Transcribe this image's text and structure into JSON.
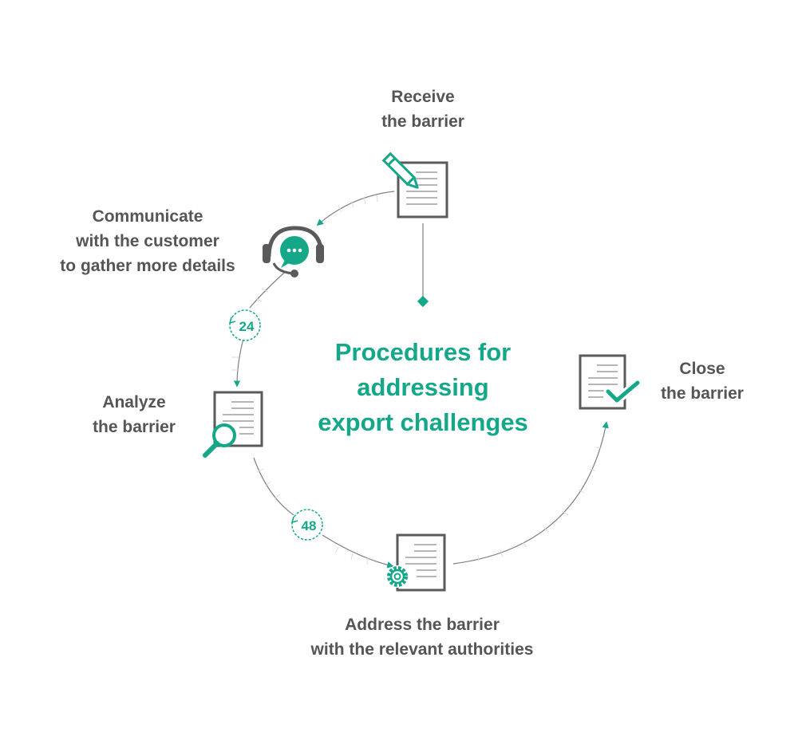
{
  "title": {
    "line1": "Procedures for",
    "line2": "addressing",
    "line3": "export challenges"
  },
  "steps": {
    "receive": {
      "line1": "Receive",
      "line2": "the barrier",
      "icon": "document-pencil-icon"
    },
    "communicate": {
      "line1": "Communicate",
      "line2": "with the customer",
      "line3": "to gather more details",
      "icon": "headset-chat-icon"
    },
    "analyze": {
      "line1": "Analyze",
      "line2": "the barrier",
      "icon": "document-magnifier-icon"
    },
    "address": {
      "line1": "Address the barrier",
      "line2": "with the relevant authorities",
      "icon": "document-gear-icon"
    },
    "close": {
      "line1": "Close",
      "line2": "the barrier",
      "icon": "document-check-icon"
    }
  },
  "timers": {
    "first": "24",
    "second": "48"
  },
  "colors": {
    "accent": "#14a889",
    "text": "#555555",
    "icon": "#5a5a5a",
    "line": "#888888"
  }
}
